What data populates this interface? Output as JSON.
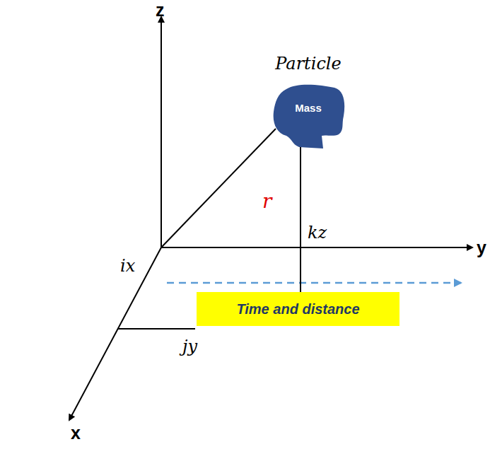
{
  "diagram": {
    "nodes": [
      {
        "text": [
          "Particle",
          "Mass"
        ]
      },
      {
        "text": [
          "Time and distance"
        ]
      }
    ],
    "edges": [
      {
        "from": 0,
        "to": 1,
        "arrow": "none",
        "label": "kz"
      }
    ],
    "labels": [
      "z",
      "y",
      "x",
      "r",
      "ix",
      "jy"
    ]
  }
}
